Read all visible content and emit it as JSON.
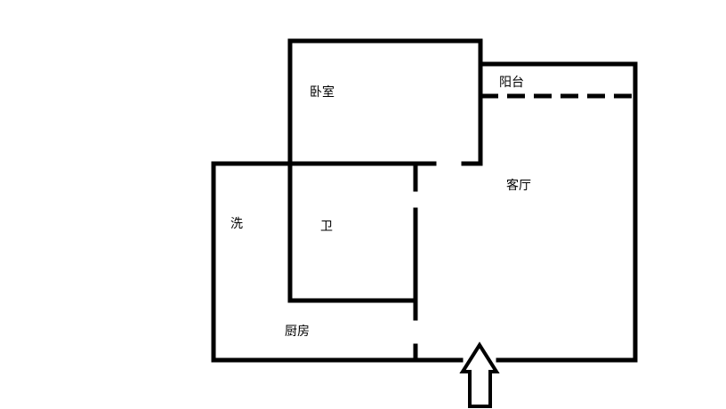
{
  "rooms": {
    "bedroom": "卧室",
    "balcony": "阳台",
    "living_room": "客厅",
    "wash": "洗",
    "bathroom": "卫",
    "kitchen": "厨房"
  },
  "colors": {
    "wall": "#000000",
    "background": "#ffffff"
  },
  "entrance_icon": "arrow-up-icon"
}
